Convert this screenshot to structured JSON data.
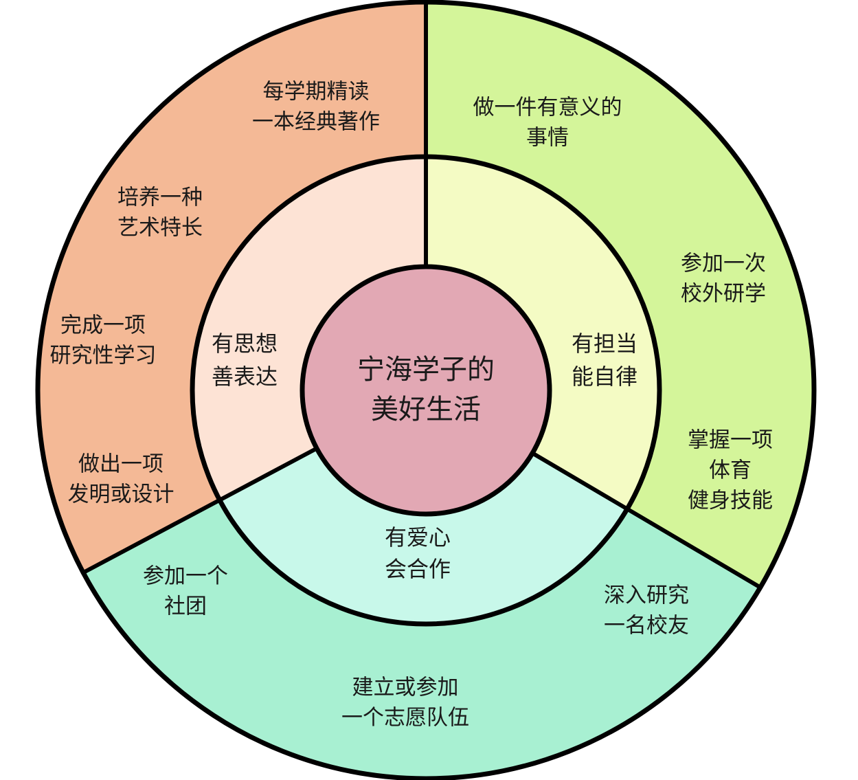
{
  "center": {
    "lines": [
      "宁海学子的",
      "美好生活"
    ],
    "color": "#e2a8b4"
  },
  "sectors": [
    {
      "key": "left",
      "inner_lines": [
        "有思想",
        "善表达"
      ],
      "outer_color": "#f4b996",
      "inner_color": "#fde3d5",
      "items": [
        {
          "lines": [
            "每学期精读",
            "一本经典著作"
          ]
        },
        {
          "lines": [
            "培养一种",
            "艺术特长"
          ]
        },
        {
          "lines": [
            "完成一项",
            "研究性学习"
          ]
        },
        {
          "lines": [
            "做出一项",
            "发明或设计"
          ]
        }
      ]
    },
    {
      "key": "right",
      "inner_lines": [
        "有担当",
        "能自律"
      ],
      "outer_color": "#d4f59a",
      "inner_color": "#f4fbc4",
      "items": [
        {
          "lines": [
            "做一件有意义的",
            "事情"
          ]
        },
        {
          "lines": [
            "参加一次",
            "校外研学"
          ]
        },
        {
          "lines": [
            "掌握一项",
            "体育",
            "健身技能"
          ]
        }
      ]
    },
    {
      "key": "bottom",
      "inner_lines": [
        "有爱心",
        "会合作"
      ],
      "outer_color": "#a8f0d2",
      "inner_color": "#c8f8ea",
      "items": [
        {
          "lines": [
            "参加一个",
            "社团"
          ]
        },
        {
          "lines": [
            "深入研究",
            "一名校友"
          ]
        },
        {
          "lines": [
            "建立或参加",
            "一个志愿队伍"
          ]
        }
      ]
    }
  ]
}
